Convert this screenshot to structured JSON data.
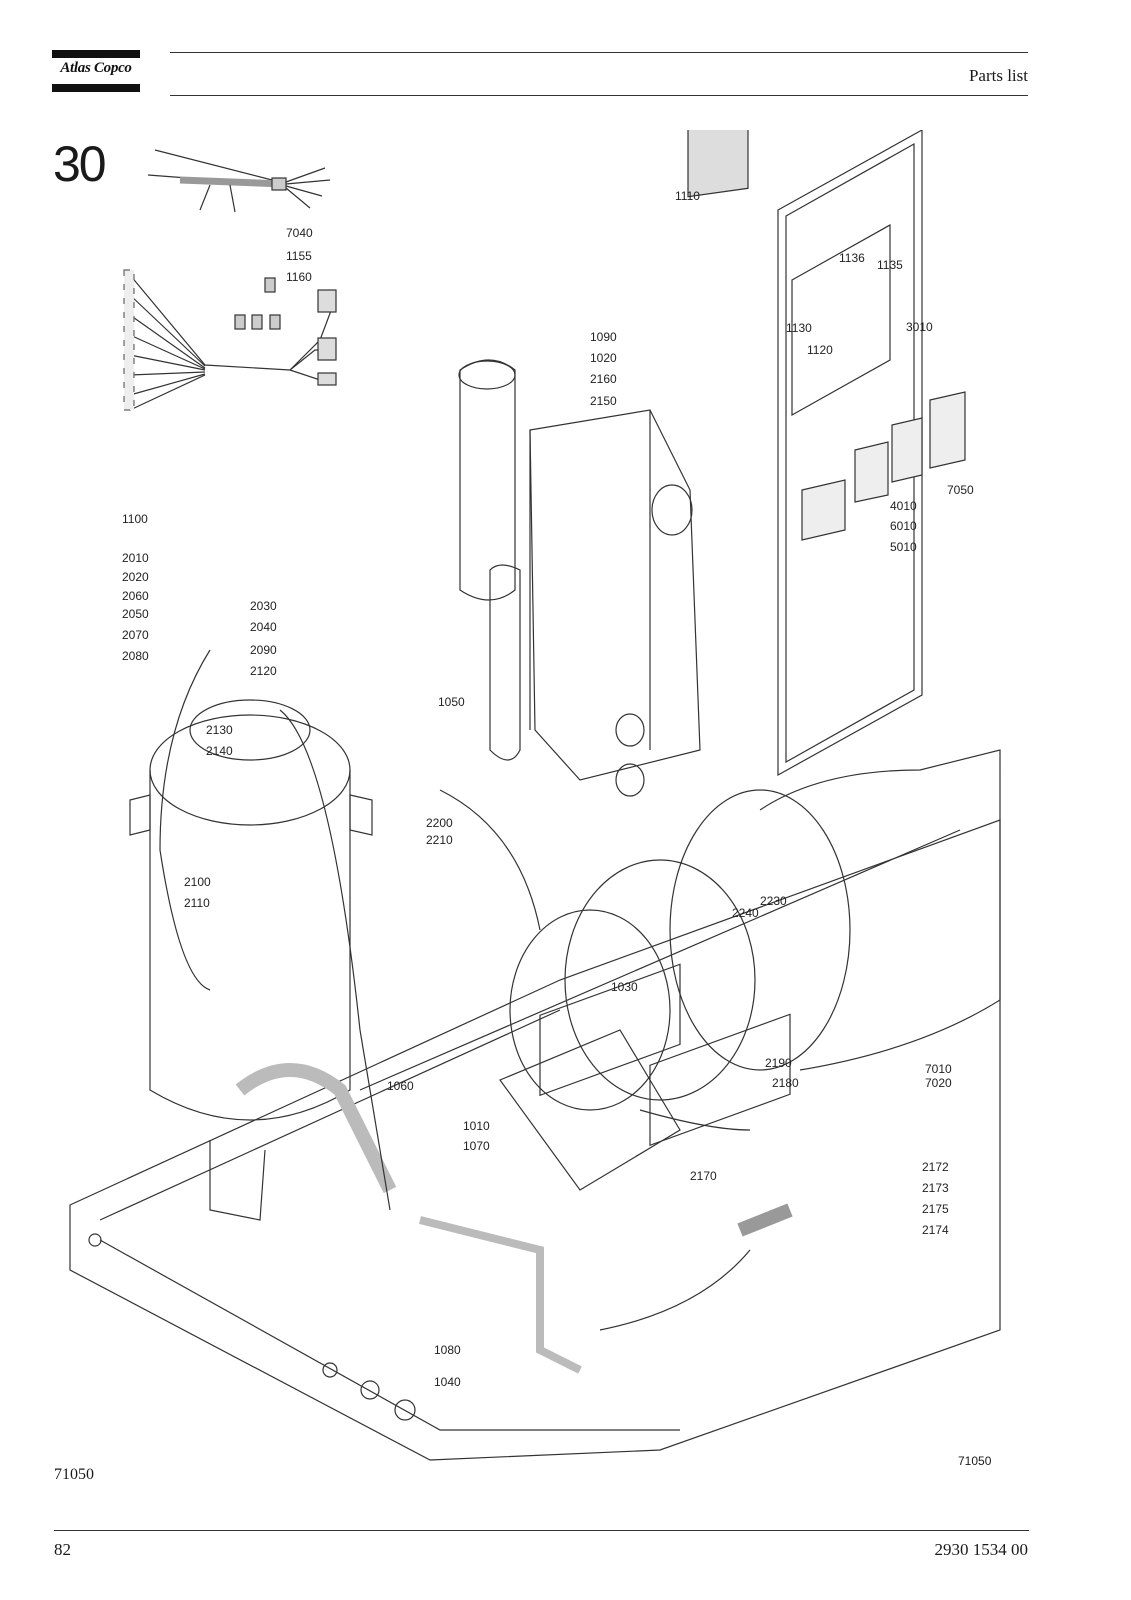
{
  "header": {
    "brand": "Atlas Copco",
    "section_title": "Parts list"
  },
  "figure": {
    "number": "30",
    "drawing_ref_left": "71050",
    "drawing_ref_right": "71050",
    "callouts": [
      {
        "id": "7040",
        "label": "7040"
      },
      {
        "id": "1155",
        "label": "1155"
      },
      {
        "id": "1160",
        "label": "1160"
      },
      {
        "id": "1110",
        "label": "1110"
      },
      {
        "id": "1136",
        "label": "1136"
      },
      {
        "id": "1135",
        "label": "1135"
      },
      {
        "id": "1130",
        "label": "1130"
      },
      {
        "id": "1120",
        "label": "1120"
      },
      {
        "id": "3010",
        "label": "3010"
      },
      {
        "id": "1090",
        "label": "1090"
      },
      {
        "id": "1020",
        "label": "1020"
      },
      {
        "id": "2160",
        "label": "2160"
      },
      {
        "id": "2150",
        "label": "2150"
      },
      {
        "id": "4010",
        "label": "4010"
      },
      {
        "id": "7050",
        "label": "7050"
      },
      {
        "id": "6010",
        "label": "6010"
      },
      {
        "id": "5010",
        "label": "5010"
      },
      {
        "id": "1100",
        "label": "1100"
      },
      {
        "id": "2010",
        "label": "2010"
      },
      {
        "id": "2020",
        "label": "2020"
      },
      {
        "id": "2060",
        "label": "2060"
      },
      {
        "id": "2050",
        "label": "2050"
      },
      {
        "id": "2030",
        "label": "2030"
      },
      {
        "id": "2040",
        "label": "2040"
      },
      {
        "id": "2070",
        "label": "2070"
      },
      {
        "id": "2090",
        "label": "2090"
      },
      {
        "id": "2080",
        "label": "2080"
      },
      {
        "id": "2120",
        "label": "2120"
      },
      {
        "id": "1050",
        "label": "1050"
      },
      {
        "id": "2130",
        "label": "2130"
      },
      {
        "id": "2140",
        "label": "2140"
      },
      {
        "id": "2200",
        "label": "2200"
      },
      {
        "id": "2210",
        "label": "2210"
      },
      {
        "id": "2100",
        "label": "2100"
      },
      {
        "id": "2110",
        "label": "2110"
      },
      {
        "id": "2230",
        "label": "2230"
      },
      {
        "id": "2240",
        "label": "2240"
      },
      {
        "id": "1030",
        "label": "1030"
      },
      {
        "id": "7010",
        "label": "7010"
      },
      {
        "id": "7020",
        "label": "7020"
      },
      {
        "id": "2190",
        "label": "2190"
      },
      {
        "id": "2180",
        "label": "2180"
      },
      {
        "id": "1060",
        "label": "1060"
      },
      {
        "id": "1010",
        "label": "1010"
      },
      {
        "id": "1070",
        "label": "1070"
      },
      {
        "id": "2170",
        "label": "2170"
      },
      {
        "id": "2172",
        "label": "2172"
      },
      {
        "id": "2173",
        "label": "2173"
      },
      {
        "id": "2175",
        "label": "2175"
      },
      {
        "id": "2174",
        "label": "2174"
      },
      {
        "id": "1080",
        "label": "1080"
      },
      {
        "id": "1040",
        "label": "1040"
      }
    ]
  },
  "footer": {
    "page_number": "82",
    "doc_number": "2930 1534 00"
  }
}
